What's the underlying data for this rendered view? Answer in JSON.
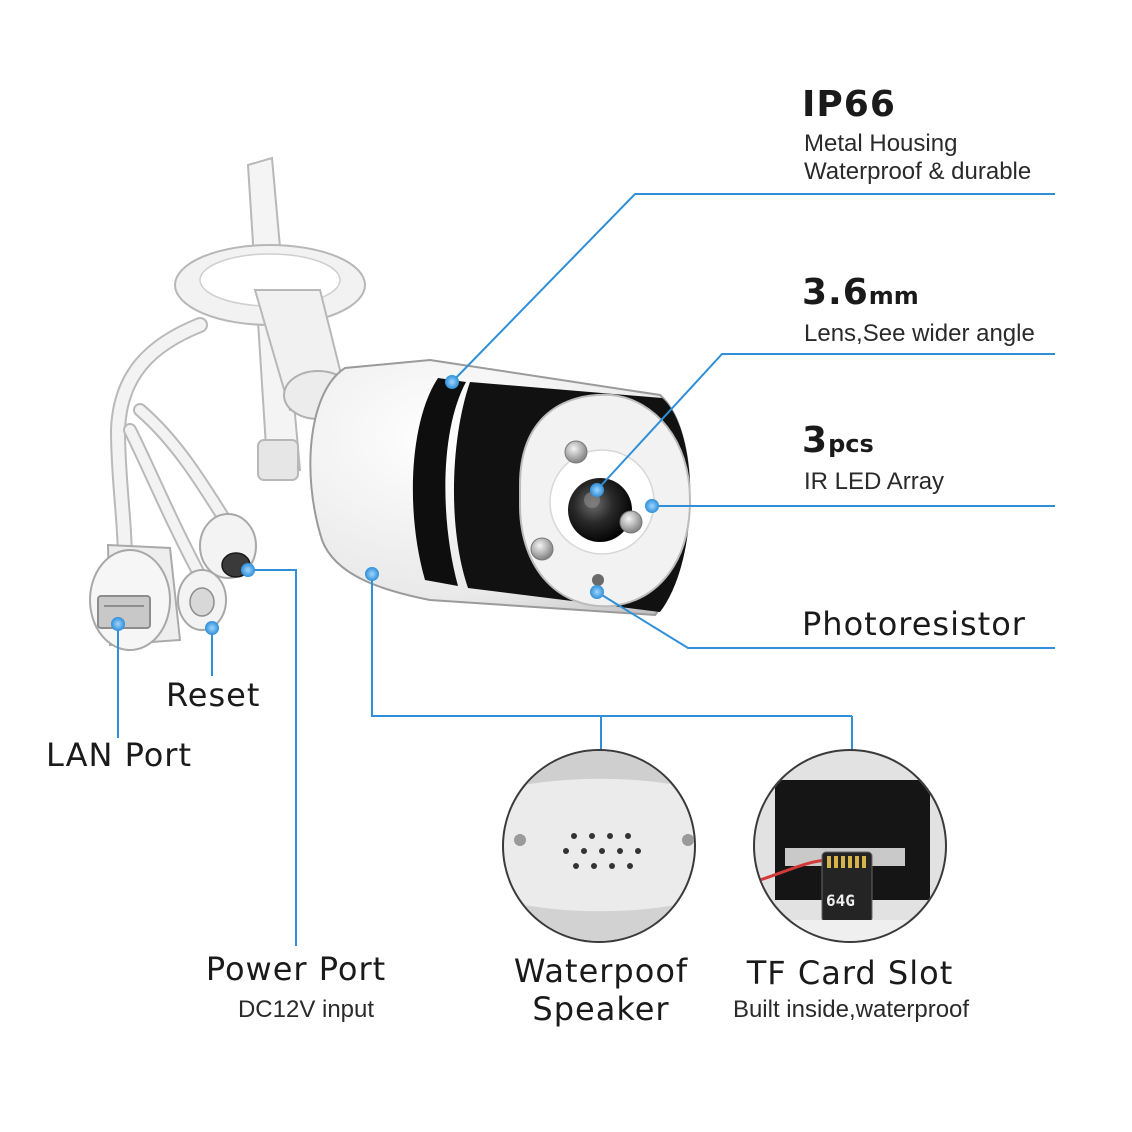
{
  "accent_color": "#2f8fd8",
  "labels": {
    "ip66_title": "IP66",
    "ip66_line1": "Metal Housing",
    "ip66_line2": "Waterproof & durable",
    "lens_value": "3.6",
    "lens_unit": "mm",
    "lens_desc": "Lens,See wider angle",
    "ir_value": "3",
    "ir_unit": "pcs",
    "ir_desc": "IR LED Array",
    "photoresistor": "Photoresistor",
    "reset": "Reset",
    "lan_port": "LAN Port",
    "power_port": "Power Port",
    "power_desc": "DC12V input",
    "speaker_line1": "Waterpoof",
    "speaker_line2": "Speaker",
    "tf_title": "TF Card Slot",
    "tf_desc": "Built inside,waterproof",
    "card_capacity": "64G"
  }
}
